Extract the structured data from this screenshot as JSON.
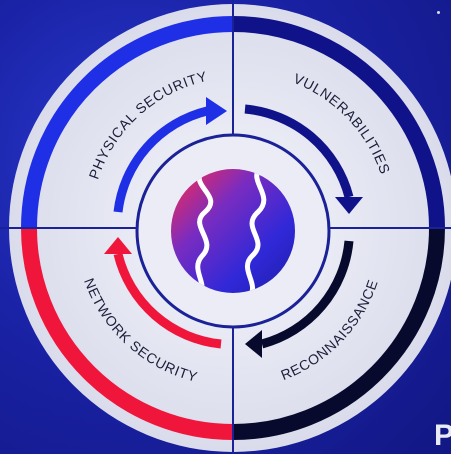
{
  "diagram": {
    "segments": [
      {
        "id": "physical",
        "label": "PHYSICAL SECURITY",
        "color": "#1f2fe6"
      },
      {
        "id": "vulnerabilities",
        "label": "VULNERABILITIES",
        "color": "#10128a"
      },
      {
        "id": "reconnaissance",
        "label": "RECONNAISSANCE",
        "color": "#070a2c"
      },
      {
        "id": "network",
        "label": "NETWORK SECURITY",
        "color": "#f0153b"
      }
    ],
    "corner_text": "P"
  }
}
